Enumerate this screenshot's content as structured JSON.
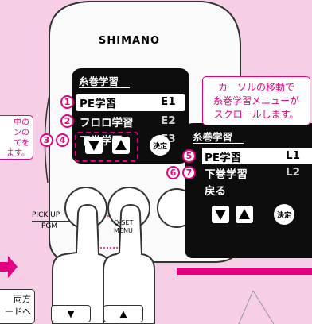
{
  "brand": "SHIMANO",
  "lcd_main": {
    "title": "糸巻学習",
    "rows": [
      {
        "label": "PE学習",
        "code": "E1"
      },
      {
        "label": "フロロ学習",
        "code": "E2"
      },
      {
        "label": "下巻学習",
        "code": "E3"
      }
    ],
    "decide_label": "決定"
  },
  "lcd_zoom": {
    "title": "糸巻学習",
    "rows": [
      {
        "label": "PE学習",
        "code": "L1"
      },
      {
        "label": "下巻学習",
        "code": "L2"
      },
      {
        "label": "戻る",
        "code": ""
      }
    ],
    "decide_label": "決定"
  },
  "step_numbers": [
    "1",
    "2",
    "3",
    "4",
    "5",
    "6",
    "7"
  ],
  "callout_right": [
    "カーソルの移動で",
    "糸巻学習メニューが",
    "スクロールします。"
  ],
  "callout_left": [
    "中の",
    "ンの",
    "てを",
    "ます。"
  ],
  "callout_bottom_left": [
    "両方",
    "ードへ"
  ],
  "buttons": {
    "pickup_top": "PICK UP",
    "pickup_bottom": "PGM",
    "oset_top": "O-SET",
    "oset_bottom": "MENU"
  },
  "bottom_keys": {
    "down": "▼",
    "up": "▲"
  },
  "colors": {
    "accent": "#e5007f",
    "background": "#f6cfe6"
  }
}
